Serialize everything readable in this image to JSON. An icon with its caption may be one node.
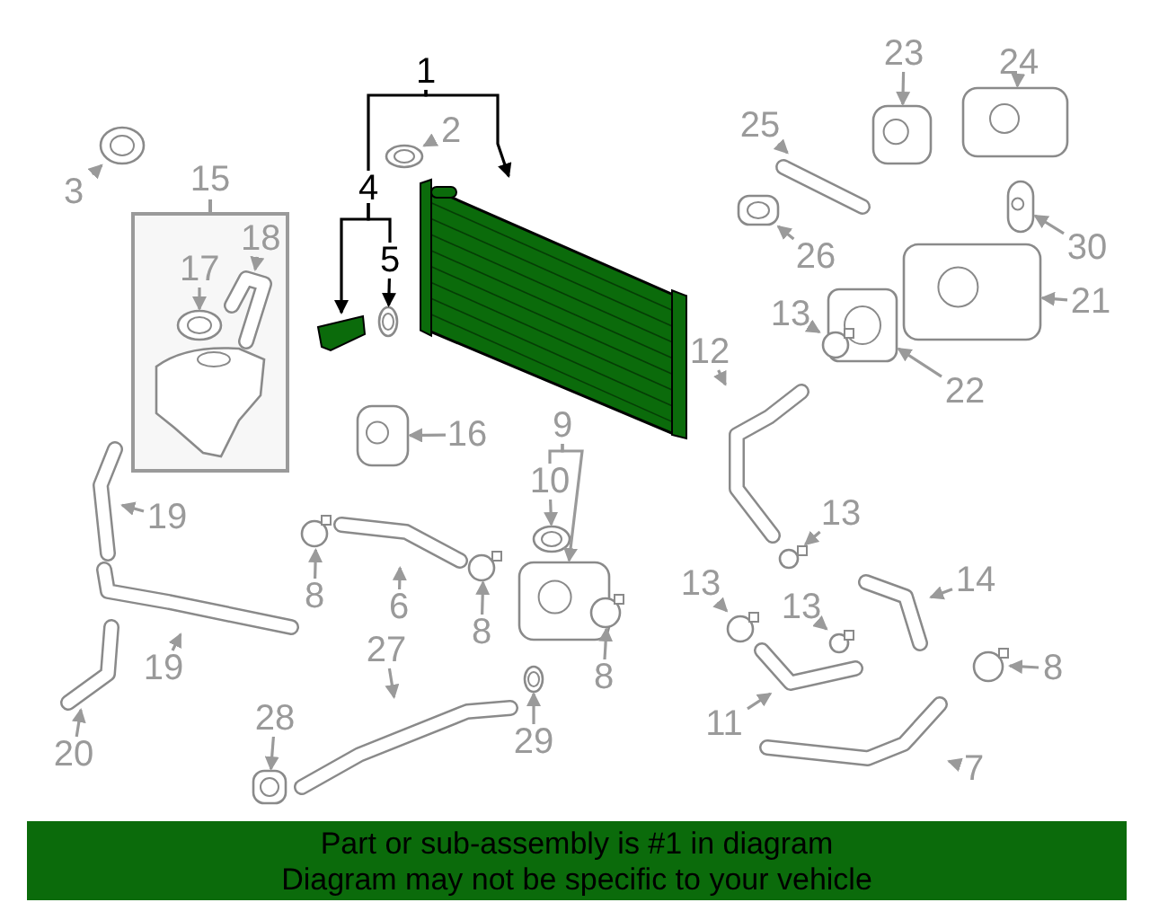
{
  "diagram": {
    "nodes": [
      {
        "text": [
          "1"
        ]
      },
      {
        "text": [],
        "shape": "picture"
      },
      {
        "text": [
          "2"
        ]
      },
      {
        "text": [],
        "shape": "picture"
      },
      {
        "text": [
          "3"
        ]
      },
      {
        "text": [],
        "shape": "picture"
      },
      {
        "text": [
          "4"
        ]
      },
      {
        "text": [],
        "shape": "picture"
      },
      {
        "text": [
          "5"
        ]
      },
      {
        "text": [],
        "shape": "picture"
      },
      {
        "text": [
          "15"
        ]
      },
      {
        "text": [
          "17"
        ],
        "in": 10
      },
      {
        "text": [],
        "shape": "picture",
        "in": 10
      },
      {
        "text": [
          "18"
        ],
        "in": 10
      },
      {
        "text": [],
        "shape": "picture",
        "in": 10
      },
      {
        "text": [
          "16"
        ]
      },
      {
        "text": [],
        "shape": "picture"
      },
      {
        "text": [
          "9"
        ]
      },
      {
        "text": [
          "10"
        ]
      },
      {
        "text": [],
        "shape": "picture"
      },
      {
        "text": [],
        "shape": "picture"
      },
      {
        "text": [
          "19"
        ]
      },
      {
        "text": [],
        "shape": "picture"
      },
      {
        "text": [
          "19"
        ]
      },
      {
        "text": [],
        "shape": "picture"
      },
      {
        "text": [
          "20"
        ]
      },
      {
        "text": [],
        "shape": "picture"
      },
      {
        "text": [
          "8"
        ]
      },
      {
        "text": [],
        "shape": "circle"
      },
      {
        "text": [
          "6"
        ]
      },
      {
        "text": [],
        "shape": "picture"
      },
      {
        "text": [
          "8"
        ]
      },
      {
        "text": [],
        "shape": "circle"
      },
      {
        "text": [
          "8"
        ]
      },
      {
        "text": [],
        "shape": "circle"
      },
      {
        "text": [
          "27"
        ]
      },
      {
        "text": [],
        "shape": "picture"
      },
      {
        "text": [
          "28"
        ]
      },
      {
        "text": [],
        "shape": "picture"
      },
      {
        "text": [
          "29"
        ]
      },
      {
        "text": [],
        "shape": "picture"
      },
      {
        "text": [
          "23"
        ]
      },
      {
        "text": [],
        "shape": "picture"
      },
      {
        "text": [
          "24"
        ]
      },
      {
        "text": [],
        "shape": "picture"
      },
      {
        "text": [
          "25"
        ]
      },
      {
        "text": [],
        "shape": "picture"
      },
      {
        "text": [
          "26"
        ]
      },
      {
        "text": [],
        "shape": "picture"
      },
      {
        "text": [
          "30"
        ]
      },
      {
        "text": [],
        "shape": "picture"
      },
      {
        "text": [
          "21"
        ]
      },
      {
        "text": [],
        "shape": "picture"
      },
      {
        "text": [
          "22"
        ]
      },
      {
        "text": [],
        "shape": "picture"
      },
      {
        "text": [
          "13"
        ]
      },
      {
        "text": [],
        "shape": "circle"
      },
      {
        "text": [
          "12"
        ]
      },
      {
        "text": [],
        "shape": "picture"
      },
      {
        "text": [
          "13"
        ]
      },
      {
        "text": [],
        "shape": "circle"
      },
      {
        "text": [
          "13"
        ]
      },
      {
        "text": [],
        "shape": "circle"
      },
      {
        "text": [
          "13"
        ]
      },
      {
        "text": [],
        "shape": "circle"
      },
      {
        "text": [
          "14"
        ]
      },
      {
        "text": [],
        "shape": "picture"
      },
      {
        "text": [
          "11"
        ]
      },
      {
        "text": [],
        "shape": "picture"
      },
      {
        "text": [
          "8"
        ]
      },
      {
        "text": [],
        "shape": "circle"
      },
      {
        "text": [
          "7"
        ]
      },
      {
        "text": [],
        "shape": "picture"
      }
    ],
    "edges": [
      {
        "from": 0,
        "to": 1,
        "arrow": "to",
        "color": "#000000"
      },
      {
        "from": 0,
        "to": 6,
        "arrow": "none",
        "color": "#000000"
      },
      {
        "from": 2,
        "to": 3,
        "arrow": "to"
      },
      {
        "from": 4,
        "to": 5,
        "arrow": "to"
      },
      {
        "from": 6,
        "to": 7,
        "arrow": "to",
        "color": "#000000"
      },
      {
        "from": 6,
        "to": 8,
        "arrow": "none",
        "color": "#000000"
      },
      {
        "from": 8,
        "to": 9,
        "arrow": "to",
        "color": "#000000"
      },
      {
        "from": 11,
        "to": 12,
        "arrow": "to"
      },
      {
        "from": 13,
        "to": 14,
        "arrow": "to"
      },
      {
        "from": 15,
        "to": 16,
        "arrow": "to"
      },
      {
        "from": 17,
        "to": 18,
        "arrow": "none"
      },
      {
        "from": 17,
        "to": 20,
        "arrow": "to"
      },
      {
        "from": 18,
        "to": 19,
        "arrow": "to"
      },
      {
        "from": 21,
        "to": 22,
        "arrow": "to"
      },
      {
        "from": 23,
        "to": 24,
        "arrow": "to"
      },
      {
        "from": 25,
        "to": 26,
        "arrow": "to"
      },
      {
        "from": 27,
        "to": 28,
        "arrow": "to"
      },
      {
        "from": 29,
        "to": 30,
        "arrow": "to"
      },
      {
        "from": 31,
        "to": 32,
        "arrow": "to"
      },
      {
        "from": 33,
        "to": 34,
        "arrow": "to"
      },
      {
        "from": 35,
        "to": 36,
        "arrow": "to"
      },
      {
        "from": 37,
        "to": 38,
        "arrow": "to"
      },
      {
        "from": 39,
        "to": 40,
        "arrow": "to"
      },
      {
        "from": 41,
        "to": 42,
        "arrow": "to"
      },
      {
        "from": 43,
        "to": 44,
        "arrow": "to"
      },
      {
        "from": 45,
        "to": 46,
        "arrow": "to"
      },
      {
        "from": 47,
        "to": 48,
        "arrow": "to"
      },
      {
        "from": 49,
        "to": 50,
        "arrow": "to"
      },
      {
        "from": 51,
        "to": 52,
        "arrow": "to"
      },
      {
        "from": 53,
        "to": 54,
        "arrow": "to"
      },
      {
        "from": 55,
        "to": 56,
        "arrow": "to"
      },
      {
        "from": 57,
        "to": 58,
        "arrow": "to"
      },
      {
        "from": 59,
        "to": 60,
        "arrow": "to"
      },
      {
        "from": 61,
        "to": 62,
        "arrow": "to"
      },
      {
        "from": 63,
        "to": 64,
        "arrow": "to"
      },
      {
        "from": 65,
        "to": 66,
        "arrow": "to"
      },
      {
        "from": 67,
        "to": 68,
        "arrow": "to"
      },
      {
        "from": 69,
        "to": 70,
        "arrow": "to"
      },
      {
        "from": 71,
        "to": 72,
        "arrow": "to"
      }
    ],
    "labels": [
      "Part or sub-assembly is #1 in diagram",
      "Diagram may not be specific to your vehicle"
    ]
  }
}
